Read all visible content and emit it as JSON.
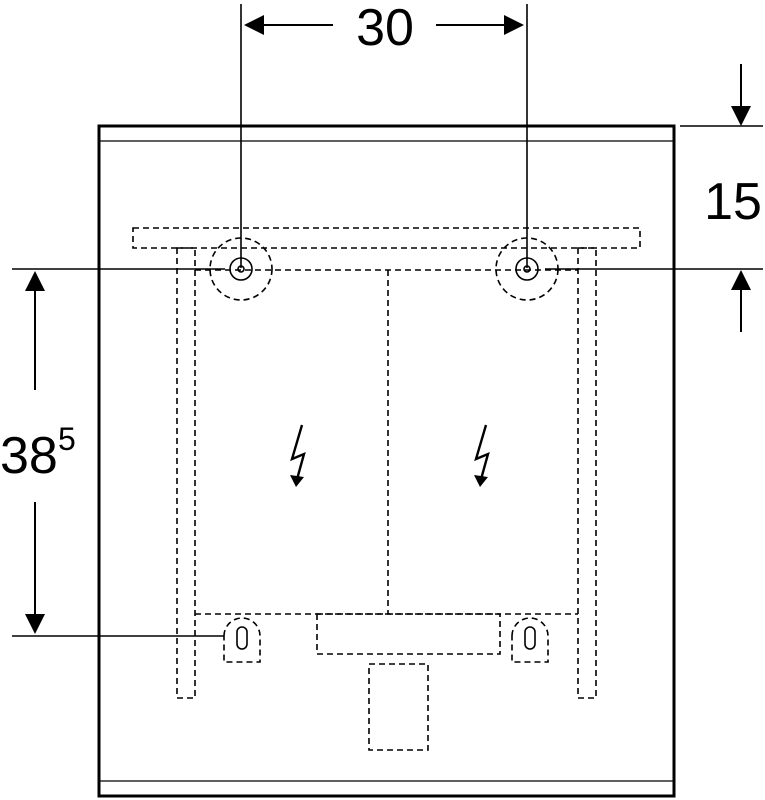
{
  "dimensions": {
    "mount_spacing": "30",
    "top_offset": "15",
    "height_main": "38",
    "height_superscript": "5"
  },
  "icons": [
    "electrical-symbol-icon",
    "electrical-symbol-icon"
  ],
  "colors": {
    "line": "#000000",
    "background": "#ffffff"
  }
}
